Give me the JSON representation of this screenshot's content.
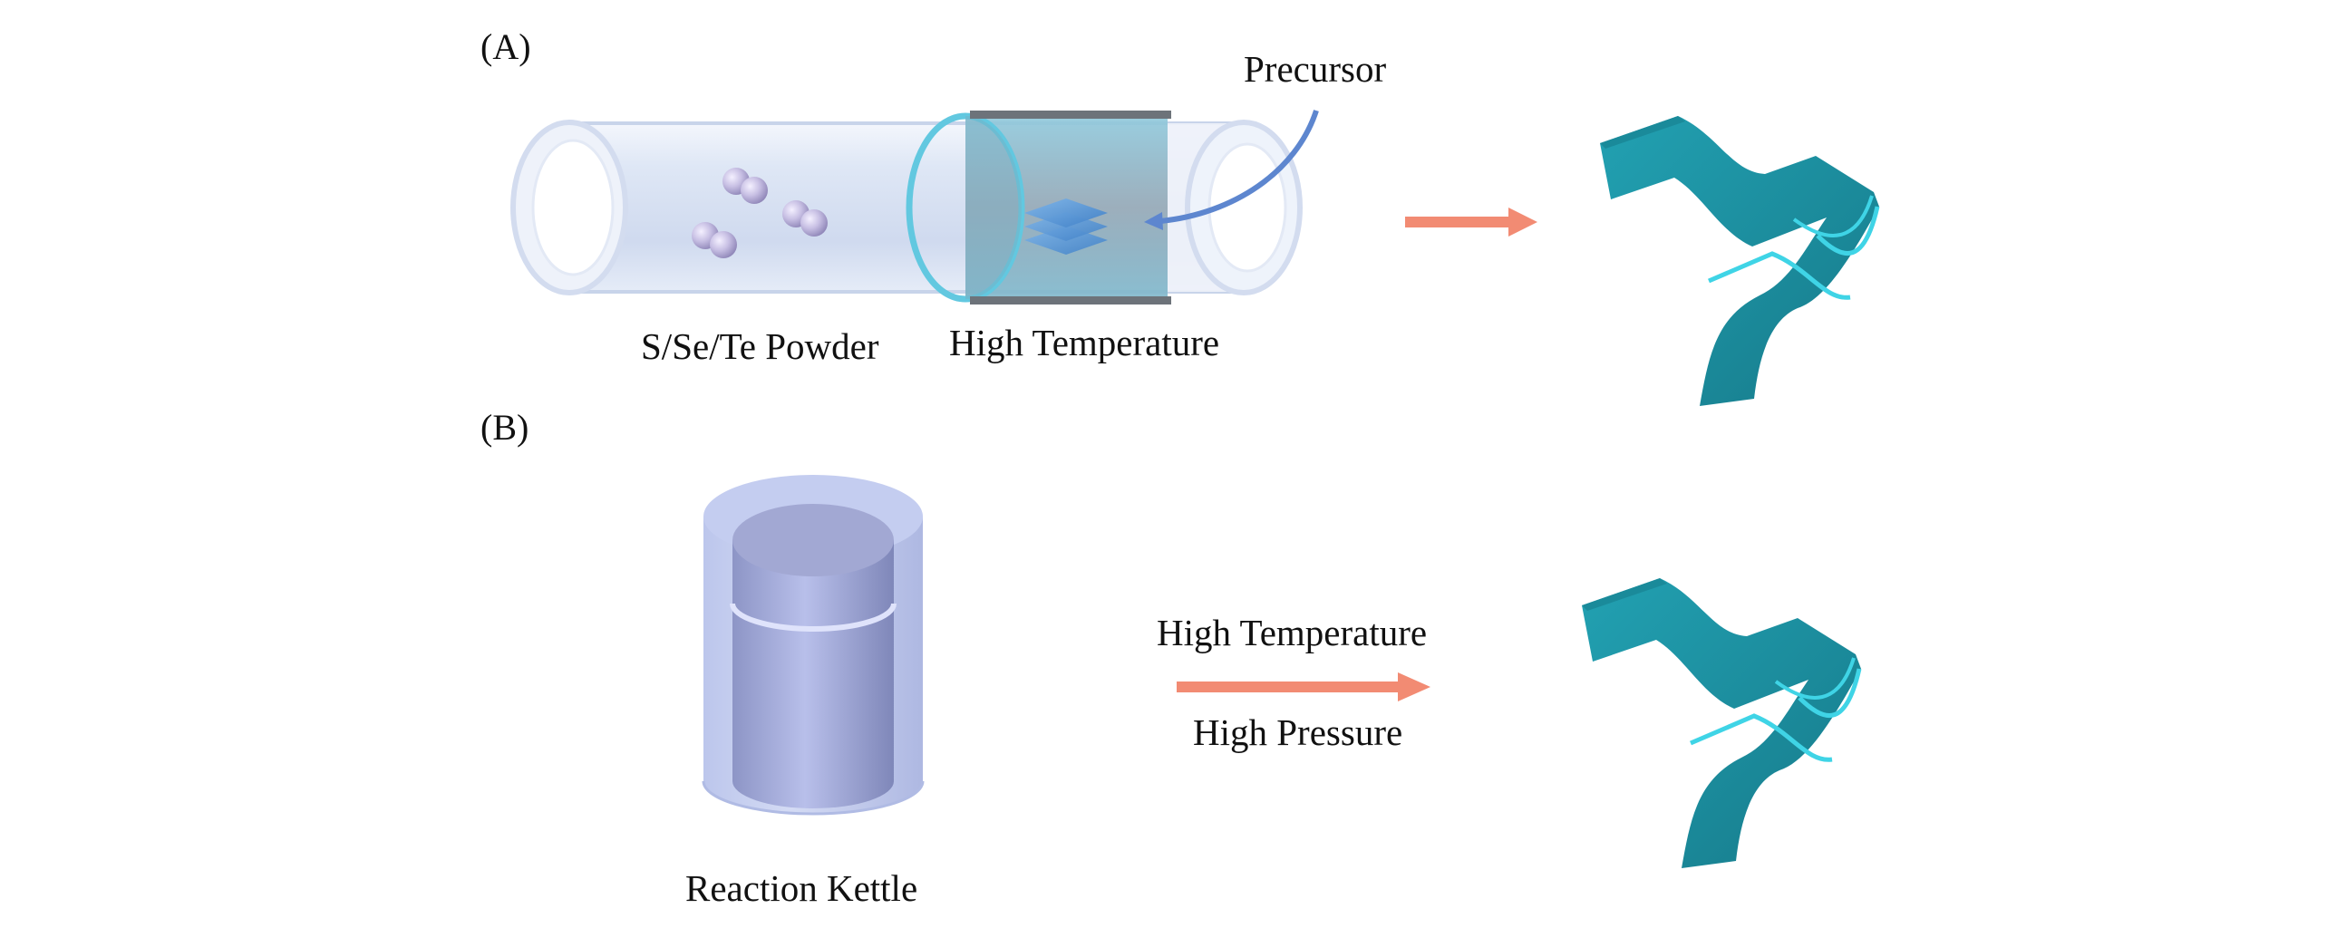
{
  "panels": [
    {
      "label": "(A)",
      "labels": {
        "precursor": "Precursor",
        "powder": "S/Se/Te Powder",
        "temperature": "High Temperature"
      }
    },
    {
      "label": "(B)",
      "labels": {
        "kettle": "Reaction Kettle",
        "temperature": "High Temperature",
        "pressure": "High Pressure"
      }
    }
  ],
  "colors": {
    "tube_glass": "#dfe8f6",
    "heater_zone": "#5fc3db",
    "heater_band": "#6d737a",
    "powder_sphere": "#c8c0e4",
    "layered_precursor": "#4f8fd3",
    "precursor_arrow": "#4f7fd0",
    "process_arrow": "#f28b73",
    "product_sheet": "#1f8a9a",
    "kettle_outer": "#c7d0ee",
    "kettle_inner": "#a4acd8"
  },
  "icons": {
    "tube": "tube-furnace-icon",
    "kettle": "reaction-kettle-icon",
    "product": "2d-nanosheet-icon"
  }
}
